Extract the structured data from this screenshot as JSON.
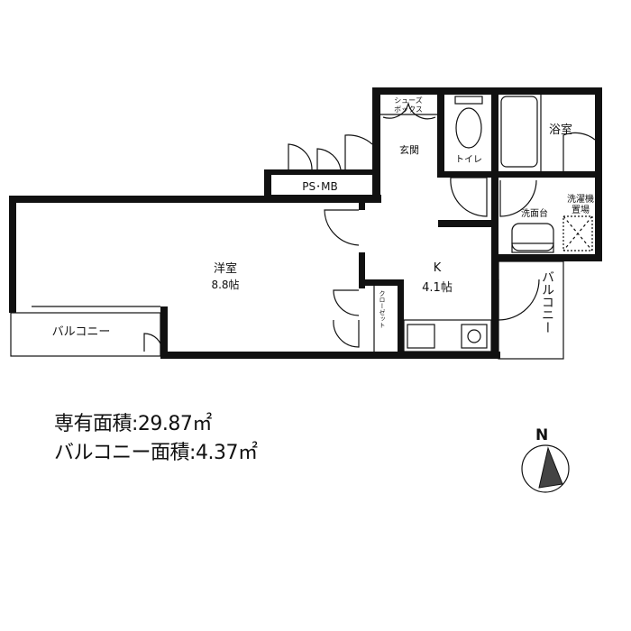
{
  "rooms": {
    "western": {
      "name": "洋室",
      "size": "8.8帖"
    },
    "kitchen": {
      "name": "K",
      "size": "4.1帖"
    },
    "balcony_west": "バルコニー",
    "balcony_east": "バルコニー",
    "bathroom": "浴室",
    "laundry": [
      "洗濯機",
      "置場"
    ],
    "washbasin": "洗面台",
    "toilet": "トイレ",
    "entrance": "玄関",
    "shoe_box": [
      "シューズ",
      "ボックス"
    ],
    "ps_mb": "PS･MB",
    "closet": "クローゼット"
  },
  "areas": {
    "exclusive": "専有面積:29.87㎡",
    "balcony": "バルコニー面積:4.37㎡"
  },
  "compass": {
    "label": "N",
    "icon": "north-arrow-icon"
  }
}
